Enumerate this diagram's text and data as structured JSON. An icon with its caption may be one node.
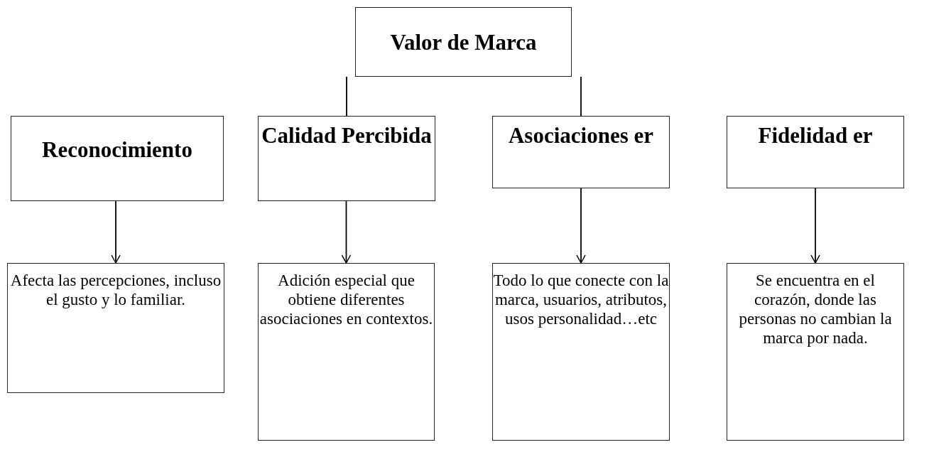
{
  "diagram": {
    "nodes": [
      {
        "text": [
          "Valor de Marca"
        ]
      },
      {
        "text": [
          "Reconocimiento"
        ]
      },
      {
        "text": [
          "Calidad Percibida"
        ]
      },
      {
        "text": [
          "Asociaciones er"
        ]
      },
      {
        "text": [
          "Fidelidad er"
        ]
      },
      {
        "text": [
          "Afecta las percepciones, incluso el gusto y lo familiar."
        ]
      },
      {
        "text": [
          "Adición especial que obtiene diferentes asociaciones en contextos."
        ]
      },
      {
        "text": [
          "Todo lo que conecte con la marca, usuarios, atributos, usos personalidad…etc"
        ]
      },
      {
        "text": [
          "Se encuentra en el corazón, donde las personas no cambian la marca por nada."
        ]
      }
    ],
    "edges": [
      {
        "from": 0,
        "to": 2,
        "arrow": "none"
      },
      {
        "from": 0,
        "to": 3,
        "arrow": "none"
      },
      {
        "from": 1,
        "to": 5,
        "arrow": "to"
      },
      {
        "from": 2,
        "to": 6,
        "arrow": "to"
      },
      {
        "from": 3,
        "to": 7,
        "arrow": "to"
      },
      {
        "from": 4,
        "to": 8,
        "arrow": "to"
      }
    ]
  }
}
